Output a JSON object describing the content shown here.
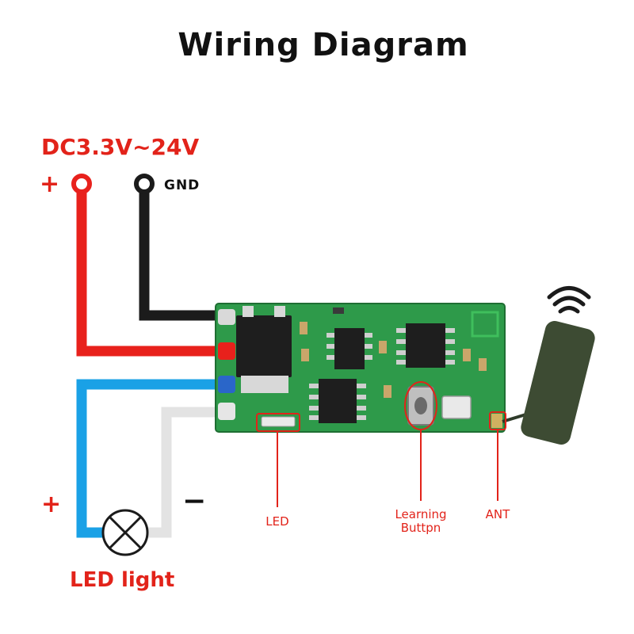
{
  "title": "Wiring Diagram",
  "power": {
    "voltage_label": "DC3.3V~24V",
    "positive_sign": "+",
    "gnd_label": "GND"
  },
  "load": {
    "positive_sign": "+",
    "negative_sign": "−",
    "label": "LED light"
  },
  "callouts": {
    "led": "LED",
    "learning_line1": "Learning",
    "learning_line2": "Buttpn",
    "ant": "ANT"
  },
  "colors": {
    "positive_wire": "#e8211c",
    "ground_wire": "#1b1b1b",
    "led_positive_wire": "#1aa1e6",
    "led_negative_wire": "#e9e9e9",
    "pcb": "#2e9a4a",
    "label_red": "#e2231a"
  }
}
